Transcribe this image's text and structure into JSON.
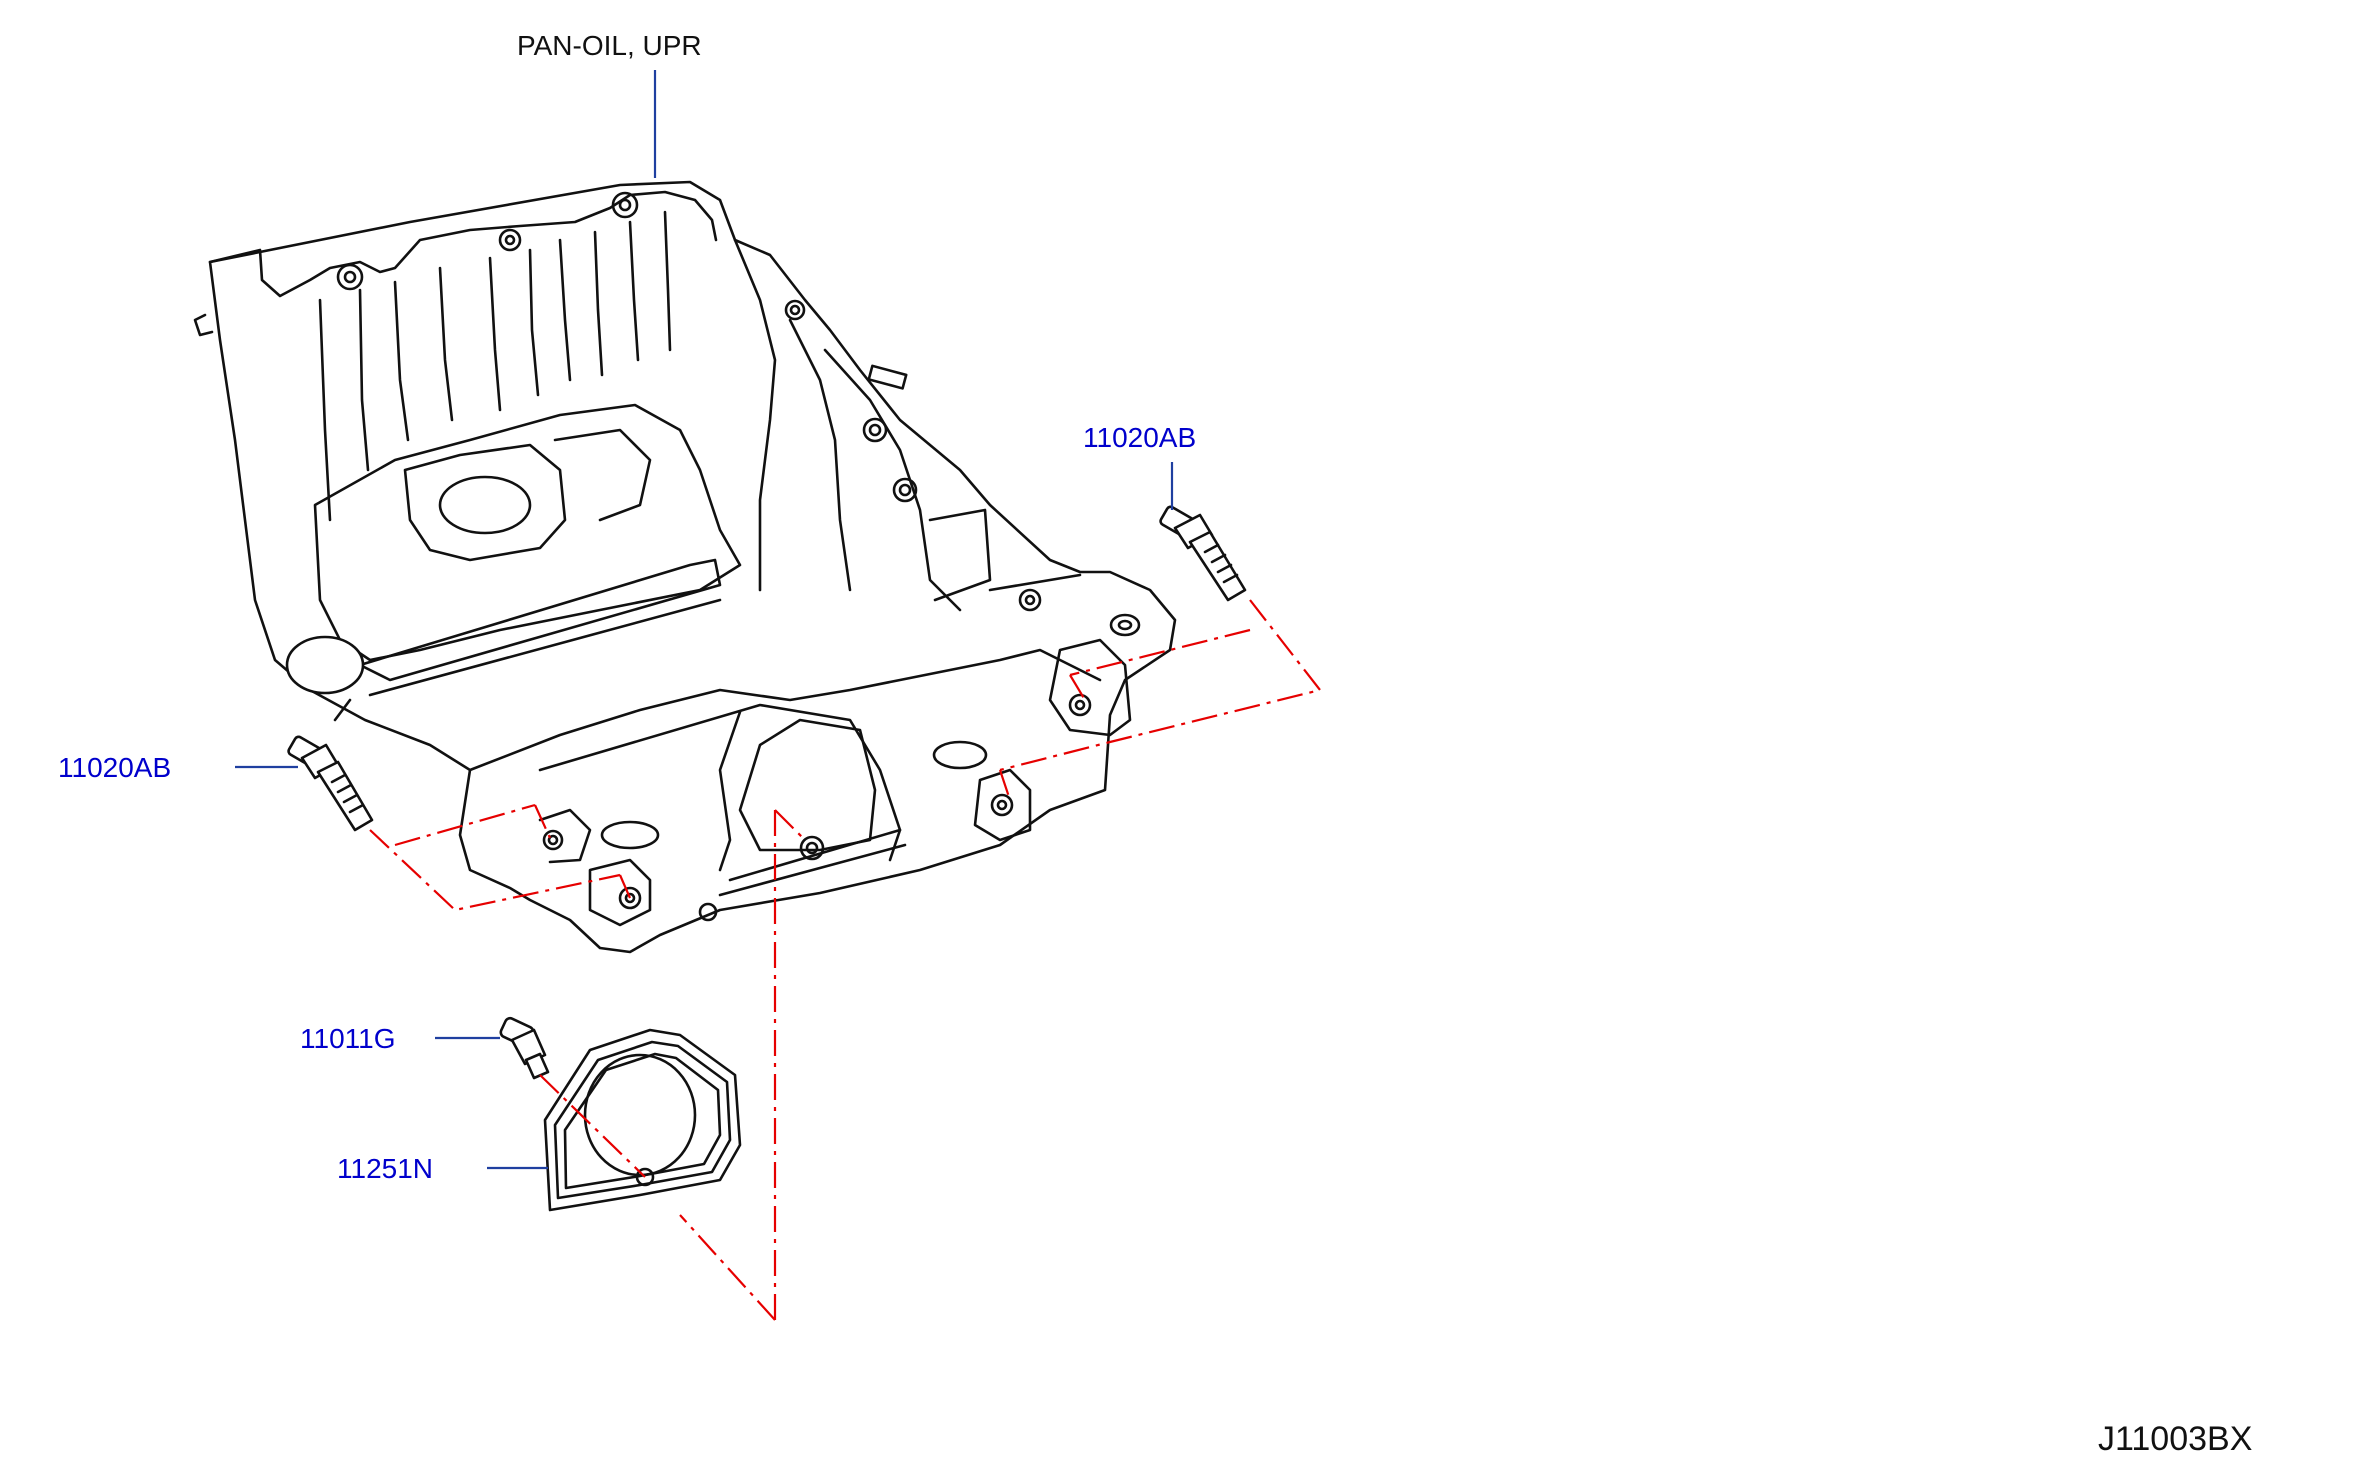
{
  "labels": {
    "pan_oil_upr": "PAN-OIL,  UPR",
    "bolt_right": "11020AB",
    "bolt_left": "11020AB",
    "bolt_small": "11011G",
    "gasket": "11251N",
    "diagram_ref": "J11003BX"
  },
  "colors": {
    "part_number_text": "#0000cc",
    "leader_line": "#1f3fa0",
    "alignment_line": "#e60000",
    "drawing_ink": "#111111"
  }
}
